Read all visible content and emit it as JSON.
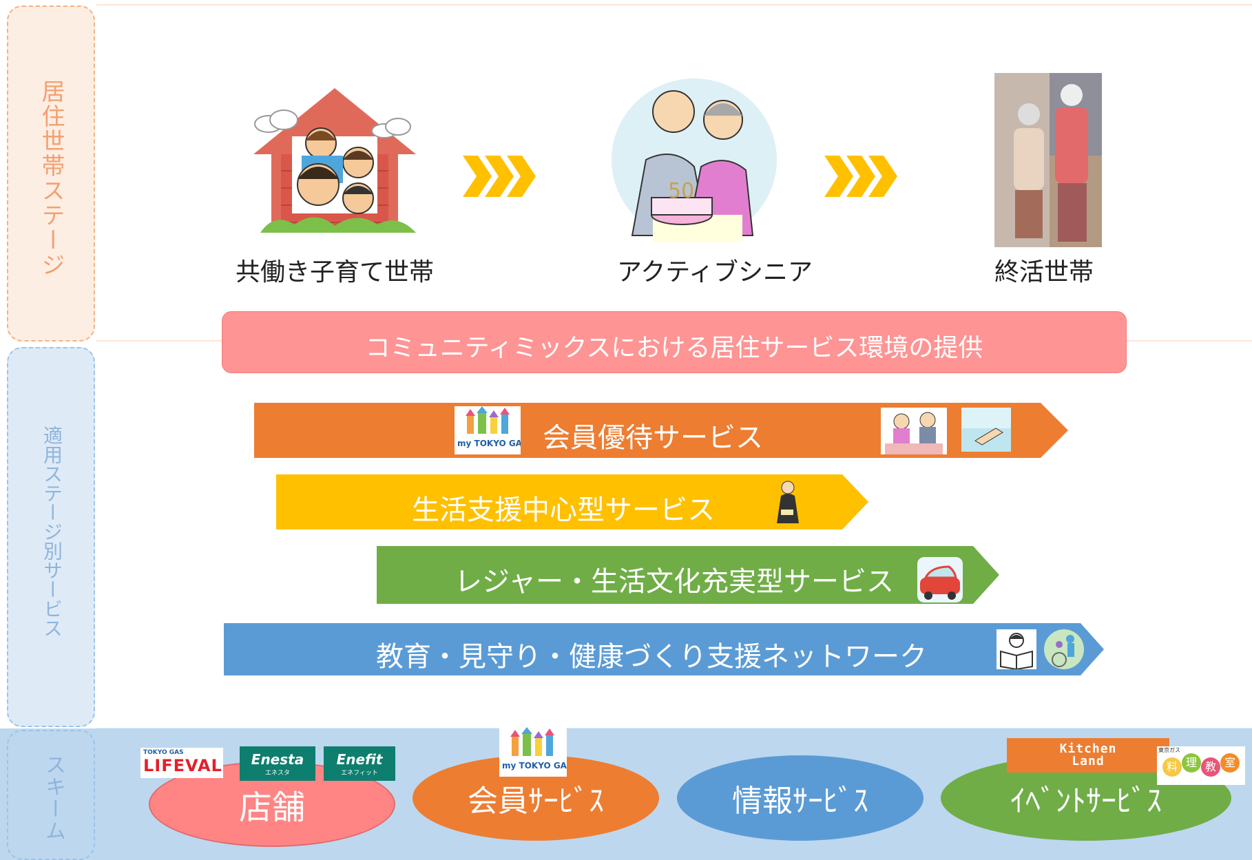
{
  "side_labels": {
    "stage": "居住世帯ステージ",
    "services": "適用ステージ別サービス",
    "scheme": "スキーム"
  },
  "stages": [
    {
      "label": "共働き子育て世帯",
      "icon": "family-house-icon"
    },
    {
      "label": "アクティブシニア",
      "icon": "senior-couple-cake-icon"
    },
    {
      "label": "終活世帯",
      "icon": "elderly-couple-photo-icon"
    }
  ],
  "banner": "コミュニティミックスにおける居住サービス環境の提供",
  "service_bands": [
    {
      "label": "会員優待サービス",
      "color": "#ED7D31"
    },
    {
      "label": "生活支援中心型サービス",
      "color": "#FFC000"
    },
    {
      "label": "レジャー・生活文化充実型サービス",
      "color": "#70AD47"
    },
    {
      "label": "教育・見守り・健康づくり支援ネットワーク",
      "color": "#5B9BD5"
    }
  ],
  "scheme_items": [
    {
      "label": "店舗",
      "color": "#FF8585"
    },
    {
      "label": "会員ｻｰﾋﾞｽ",
      "color": "#ED7D31"
    },
    {
      "label": "情報ｻｰﾋﾞｽ",
      "color": "#5B9BD5"
    },
    {
      "label": "ｲﾍﾞﾝﾄｻｰﾋﾞｽ",
      "color": "#70AD47"
    }
  ],
  "logos": {
    "lifeval_top": "TOKYO GAS",
    "lifeval": "LIFEVAL",
    "enesta": "Enesta",
    "enesta_sub": "エネスタ",
    "enefit": "Enefit",
    "enefit_sub": "エネフィット",
    "mytokyogas": "my TOKYO GAS",
    "kitchen": "Kitchen",
    "land": "Land",
    "ryori_top": "東京ガス",
    "ryori": [
      "料",
      "理",
      "教",
      "室"
    ]
  },
  "colors": {
    "stage_box_border": "#F4B183",
    "stage_box_bg": "#FDEEE4",
    "stage_text": "#F4A070",
    "service_box_border": "#9DC3E6",
    "service_box_bg": "#DEEBF7",
    "service_text": "#8FB4DC",
    "scheme_bg": "#BDD7EE",
    "banner": "#FF9494",
    "chevron": "#FFC000"
  }
}
